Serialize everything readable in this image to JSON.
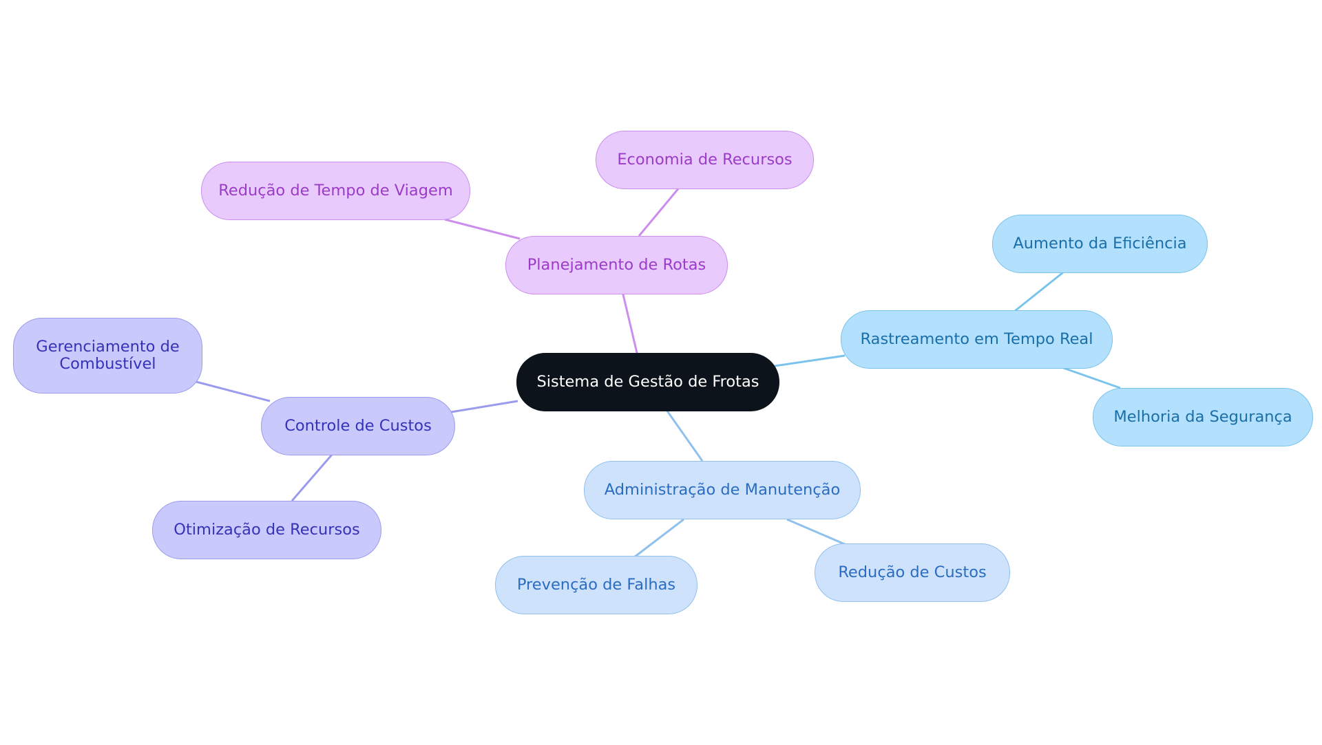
{
  "diagram": {
    "type": "mind-map",
    "colors": {
      "root_fill": "#0d131a",
      "root_text": "#ffffff",
      "route_branch": "#cc8eee",
      "track_branch": "#79c3ec",
      "maint_branch": "#8fc0ee",
      "cost_branch": "#9b9bee"
    },
    "root": {
      "id": "root",
      "label": "Sistema de Gestão de Frotas"
    },
    "branches": [
      {
        "id": "route",
        "label": "Planejamento de Rotas",
        "children": [
          {
            "id": "route-time",
            "label": "Redução de Tempo de Viagem"
          },
          {
            "id": "route-econ",
            "label": "Economia de Recursos"
          }
        ]
      },
      {
        "id": "track",
        "label": "Rastreamento em Tempo Real",
        "children": [
          {
            "id": "track-eff",
            "label": "Aumento da Eficiência"
          },
          {
            "id": "track-safety",
            "label": "Melhoria da Segurança"
          }
        ]
      },
      {
        "id": "maint",
        "label": "Administração de Manutenção",
        "children": [
          {
            "id": "maint-prev",
            "label": "Prevenção de Falhas"
          },
          {
            "id": "maint-cost",
            "label": "Redução de Custos"
          }
        ]
      },
      {
        "id": "cost",
        "label": "Controle de Custos",
        "children": [
          {
            "id": "cost-fuel",
            "label": "Gerenciamento de Combustível"
          },
          {
            "id": "cost-opt",
            "label": "Otimização de Recursos"
          }
        ]
      }
    ],
    "edges": [
      {
        "from": "root",
        "to": "route"
      },
      {
        "from": "root",
        "to": "track"
      },
      {
        "from": "root",
        "to": "maint"
      },
      {
        "from": "root",
        "to": "cost"
      },
      {
        "from": "route",
        "to": "route-time"
      },
      {
        "from": "route",
        "to": "route-econ"
      },
      {
        "from": "track",
        "to": "track-eff"
      },
      {
        "from": "track",
        "to": "track-safety"
      },
      {
        "from": "maint",
        "to": "maint-prev"
      },
      {
        "from": "maint",
        "to": "maint-cost"
      },
      {
        "from": "cost",
        "to": "cost-fuel"
      },
      {
        "from": "cost",
        "to": "cost-opt"
      }
    ]
  }
}
